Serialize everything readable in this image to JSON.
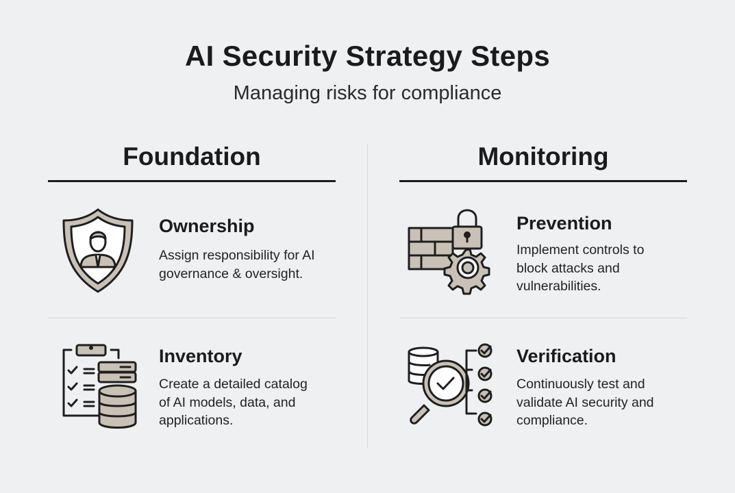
{
  "title": "AI Security Strategy Steps",
  "subtitle": "Managing risks for compliance",
  "columns": [
    {
      "heading": "Foundation",
      "items": [
        {
          "icon": "shield-person-icon",
          "title": "Ownership",
          "desc": [
            "Assign responsibility for AI",
            "governance & oversight."
          ]
        },
        {
          "icon": "clipboard-database-icon",
          "title": "Inventory",
          "desc": [
            "Create a detailed catalog",
            "of AI models, data, and",
            "applications."
          ]
        }
      ]
    },
    {
      "heading": "Monitoring",
      "items": [
        {
          "icon": "firewall-lock-gear-icon",
          "title": "Prevention",
          "desc": [
            "Implement controls to",
            "block attacks and",
            "vulnerabilities."
          ]
        },
        {
          "icon": "magnifier-checklist-icon",
          "title": "Verification",
          "desc": [
            "Continuously test and",
            "validate AI security and",
            "compliance."
          ]
        }
      ]
    }
  ],
  "colors": {
    "background": "#eef0f2",
    "icon_fill": "#c9c1b5",
    "text": "#1b1b1b"
  }
}
